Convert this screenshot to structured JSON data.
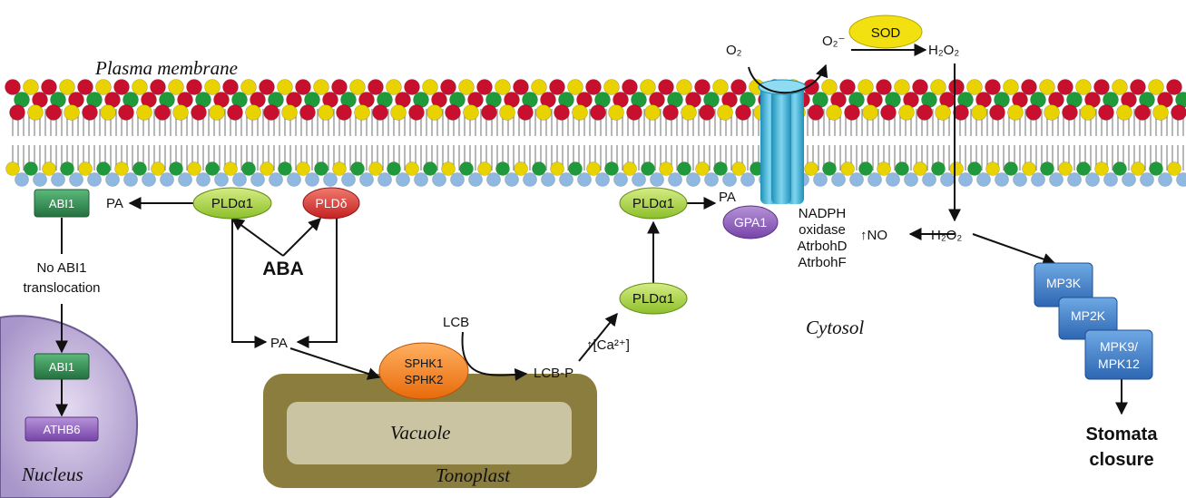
{
  "labels": {
    "plasma_membrane": "Plasma membrane",
    "cytosol": "Cytosol",
    "vacuole": "Vacuole",
    "tonoplast": "Tonoplast",
    "nucleus": "Nucleus",
    "aba": "ABA",
    "pa_left": "PA",
    "pa_center": "PA",
    "pa_right": "PA",
    "no_abi1_line1": "No ABI1",
    "no_abi1_line2": "translocation",
    "lcb": "LCB",
    "lcb_p": "LCB-P",
    "calcium": "↑[Ca²⁺]",
    "nadph_lines": [
      "NADPH",
      "oxidase",
      "AtrbohD",
      "AtrbohF"
    ],
    "o2": "O₂",
    "superoxide": "O₂⁻",
    "h2o2_top": "H₂O₂",
    "h2o2_mid": "H₂O₂",
    "no": "↑NO",
    "stomata_line1": "Stomata",
    "stomata_line2": "closure"
  },
  "nodes": {
    "abi1_top": "ABI1",
    "abi1_nucleus": "ABI1",
    "athb6": "ATHB6",
    "plda1_left": "PLDα1",
    "pldd": "PLDδ",
    "plda1_right_top": "PLDα1",
    "plda1_right_mid": "PLDα1",
    "gpa1": "GPA1",
    "sphk1": "SPHK1",
    "sphk2": "SPHK2",
    "sod": "SOD",
    "mp3k": "MP3K",
    "mp2k": "MP2K",
    "mpk9": "MPK9/",
    "mpk12": "MPK12"
  },
  "colors": {
    "membrane_red": "#c8102e",
    "membrane_green": "#1f9a3a",
    "membrane_yellow": "#e8d200",
    "membrane_purple": "#6b3fa0",
    "membrane_blue": "#8fb9e0",
    "pld_green": "#a6cf3c",
    "pld_red": "#d93a3a",
    "abi1_green": "#2e8a4e",
    "purple_box": "#8a57b8",
    "sphk_orange": "#f07f1a",
    "sod_yellow": "#f2e010",
    "mapk_blue": "#3a7cc8",
    "channel_cyan": "#38b4d8",
    "vacuole_outer": "#8b7d3e",
    "vacuole_inner": "#cbc4a2",
    "nucleus_fill": "#c7b8dd"
  }
}
